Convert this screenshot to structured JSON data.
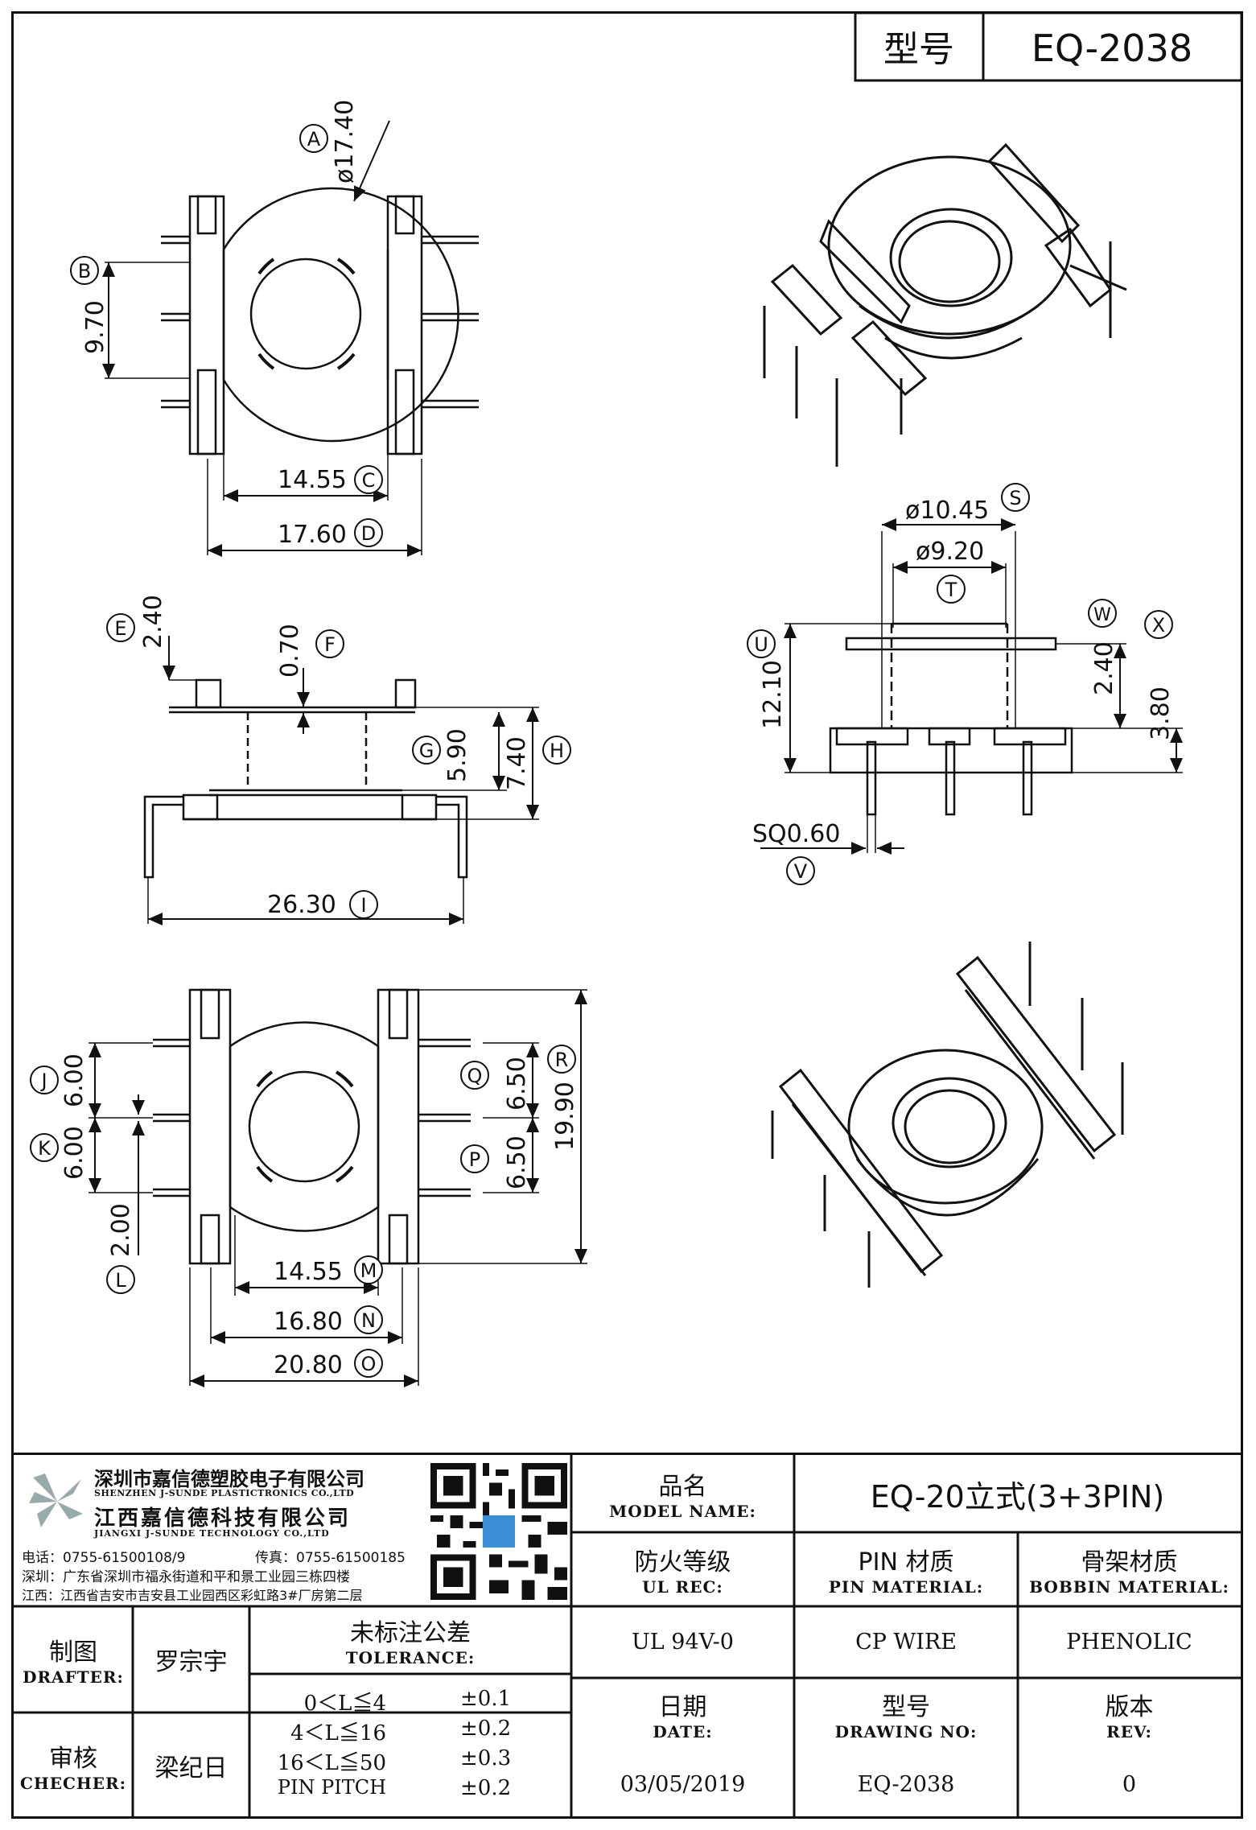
{
  "header": {
    "model_label": "型号",
    "model_value": "EQ-2038"
  },
  "dimensions": {
    "A": {
      "letter": "A",
      "value": "ø17.40"
    },
    "B": {
      "letter": "B",
      "value": "9.70"
    },
    "C": {
      "letter": "C",
      "value": "14.55"
    },
    "D": {
      "letter": "D",
      "value": "17.60"
    },
    "E": {
      "letter": "E",
      "value": "2.40"
    },
    "F": {
      "letter": "F",
      "value": "0.70"
    },
    "G": {
      "letter": "G",
      "value": "5.90"
    },
    "H": {
      "letter": "H",
      "value": "7.40"
    },
    "I": {
      "letter": "I",
      "value": "26.30"
    },
    "J": {
      "letter": "J",
      "value": "6.00"
    },
    "K": {
      "letter": "K",
      "value": "6.00"
    },
    "L": {
      "letter": "L",
      "value": "2.00"
    },
    "M": {
      "letter": "M",
      "value": "14.55"
    },
    "N": {
      "letter": "N",
      "value": "16.80"
    },
    "O": {
      "letter": "O",
      "value": "20.80"
    },
    "P": {
      "letter": "P",
      "value": "6.50"
    },
    "Q": {
      "letter": "Q",
      "value": "6.50"
    },
    "R": {
      "letter": "R",
      "value": "19.90"
    },
    "S": {
      "letter": "S",
      "value": "ø10.45"
    },
    "T": {
      "letter": "T",
      "value": "ø9.20"
    },
    "U": {
      "letter": "U",
      "value": "12.10"
    },
    "V": {
      "letter": "V",
      "value": "SQ0.60"
    },
    "W": {
      "letter": "W",
      "value": "2.40"
    },
    "X": {
      "letter": "X",
      "value": "3.80"
    }
  },
  "company": {
    "name_sz": "深圳市嘉信德塑胶电子有限公司",
    "name_sz_en": "SHENZHEN J-SUNDE PLASTICTRONICS CO.,LTD",
    "name_jx": "江西嘉信德科技有限公司",
    "name_jx_en": "JIANGXI J-SUNDE TECHNOLOGY CO.,LTD",
    "phone": "电话：0755-61500108/9",
    "fax": "传真：0755-61500185",
    "addr_sz": "深圳：广东省深圳市福永街道和平和景工业园三栋四楼",
    "addr_jx": "江西：江西省吉安市吉安县工业园西区彩虹路3#厂房第二层"
  },
  "title_block": {
    "model_name_zh": "品名",
    "model_name_en": "MODEL NAME:",
    "model_name_value": "EQ-20立式(3+3PIN)",
    "ul_zh": "防火等级",
    "ul_en": "UL REC:",
    "ul_value": "UL 94V-0",
    "pin_zh": "PIN 材质",
    "pin_en": "PIN MATERIAL:",
    "pin_value": "CP WIRE",
    "bobbin_zh": "骨架材质",
    "bobbin_en": "BOBBIN MATERIAL:",
    "bobbin_value": "PHENOLIC",
    "drafter_zh": "制图",
    "drafter_en": "DRAFTER:",
    "drafter_value": "罗宗宇",
    "checker_zh": "审核",
    "checker_en": "CHECHER:",
    "checker_value": "梁纪日",
    "tolerance_zh": "未标注公差",
    "tolerance_en": "TOLERANCE:",
    "tolerances": [
      {
        "range": "0＜L≦4",
        "value": "±0.1"
      },
      {
        "range": "4＜L≦16",
        "value": "±0.2"
      },
      {
        "range": "16＜L≦50",
        "value": "±0.3"
      },
      {
        "range": "PIN PITCH",
        "value": "±0.2"
      }
    ],
    "date_zh": "日期",
    "date_en": "DATE:",
    "date_value": "03/05/2019",
    "drawing_zh": "型号",
    "drawing_en": "DRAWING NO:",
    "drawing_value": "EQ-2038",
    "rev_zh": "版本",
    "rev_en": "REV:",
    "rev_value": "0"
  }
}
